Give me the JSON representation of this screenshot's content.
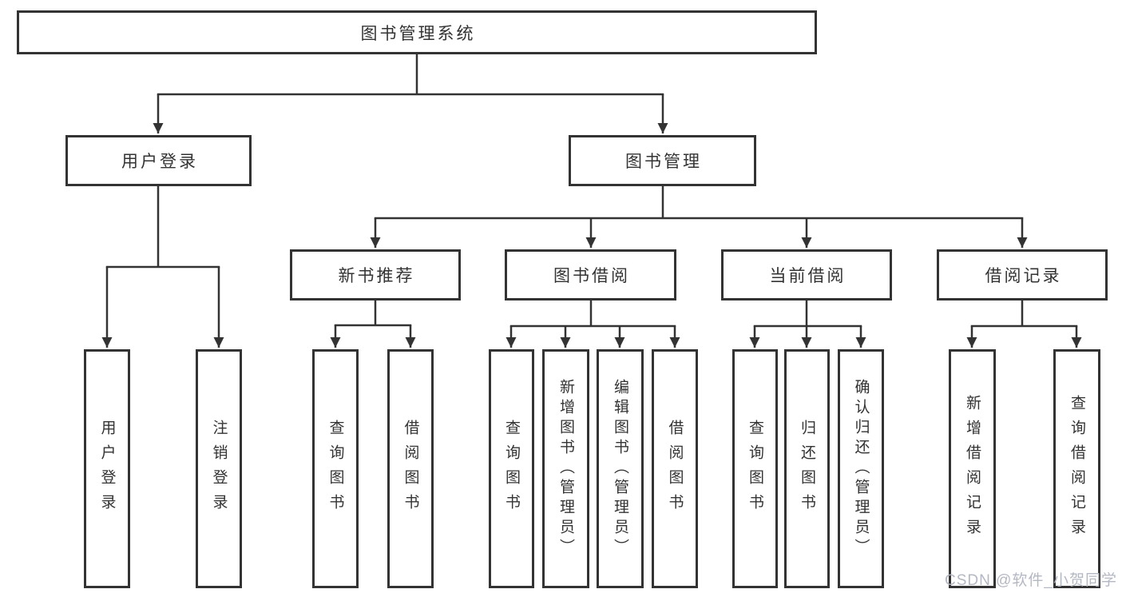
{
  "diagram": {
    "title": "图书管理系统",
    "branches": [
      {
        "label": "用户登录",
        "children": [
          "用户登录",
          "注销登录"
        ]
      },
      {
        "label": "图书管理",
        "sections": [
          {
            "label": "新书推荐",
            "children": [
              "查询图书",
              "借阅图书"
            ]
          },
          {
            "label": "图书借阅",
            "children": [
              "查询图书",
              "新增图书（管理员）",
              "编辑图书（管理员）",
              "借阅图书"
            ]
          },
          {
            "label": "当前借阅",
            "children": [
              "查询图书",
              "归还图书",
              "确认归还（管理员）"
            ]
          },
          {
            "label": "借阅记录",
            "children": [
              "新增借阅记录",
              "查询借阅记录"
            ]
          }
        ]
      }
    ]
  },
  "watermark": {
    "text": "CSDN @软件_小贺同学"
  },
  "colors": {
    "background": "#ffffff",
    "box_border": "#333333",
    "connector_line": "#333333",
    "text": "#333333",
    "watermark_text": "#b0b4c0"
  }
}
